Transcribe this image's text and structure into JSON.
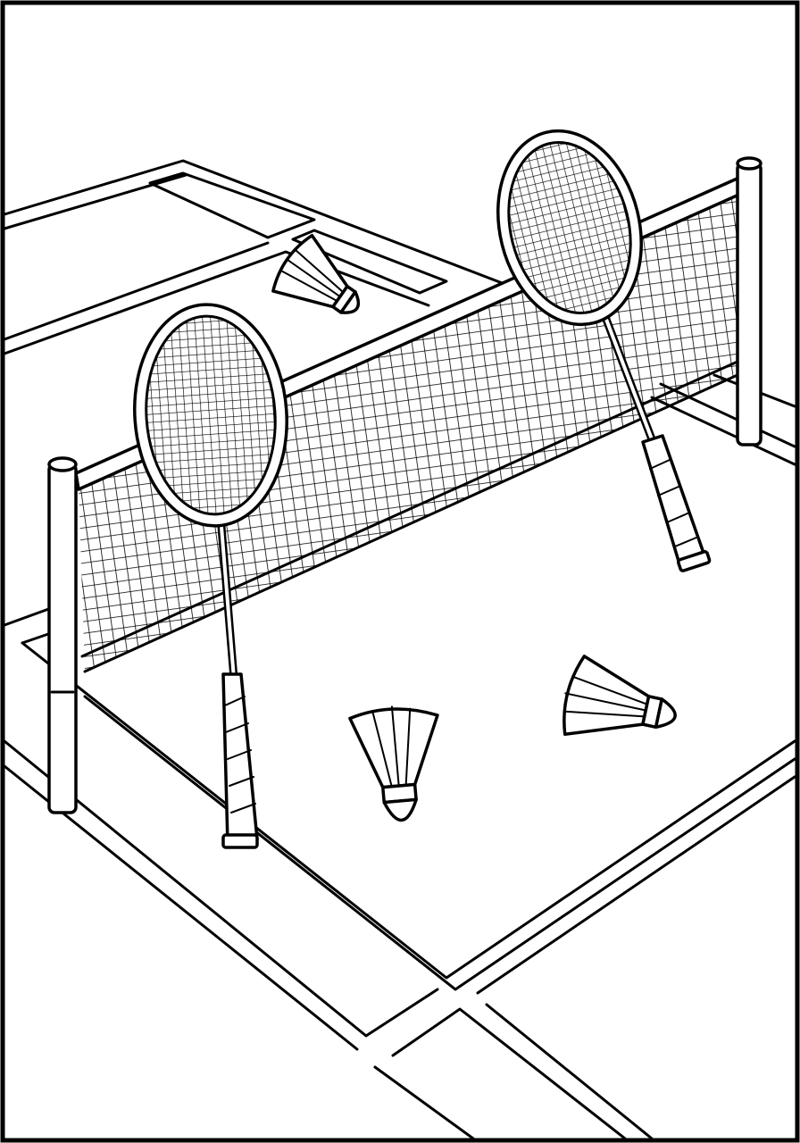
{
  "scene": {
    "subject": "badminton-court-coloring-page",
    "colors": {
      "line": "#000000",
      "background": "#ffffff"
    },
    "objects": [
      {
        "name": "net-icon"
      },
      {
        "name": "racket-icon",
        "count": 2
      },
      {
        "name": "shuttlecock-icon",
        "count": 3
      },
      {
        "name": "court-lines-icon"
      }
    ]
  }
}
